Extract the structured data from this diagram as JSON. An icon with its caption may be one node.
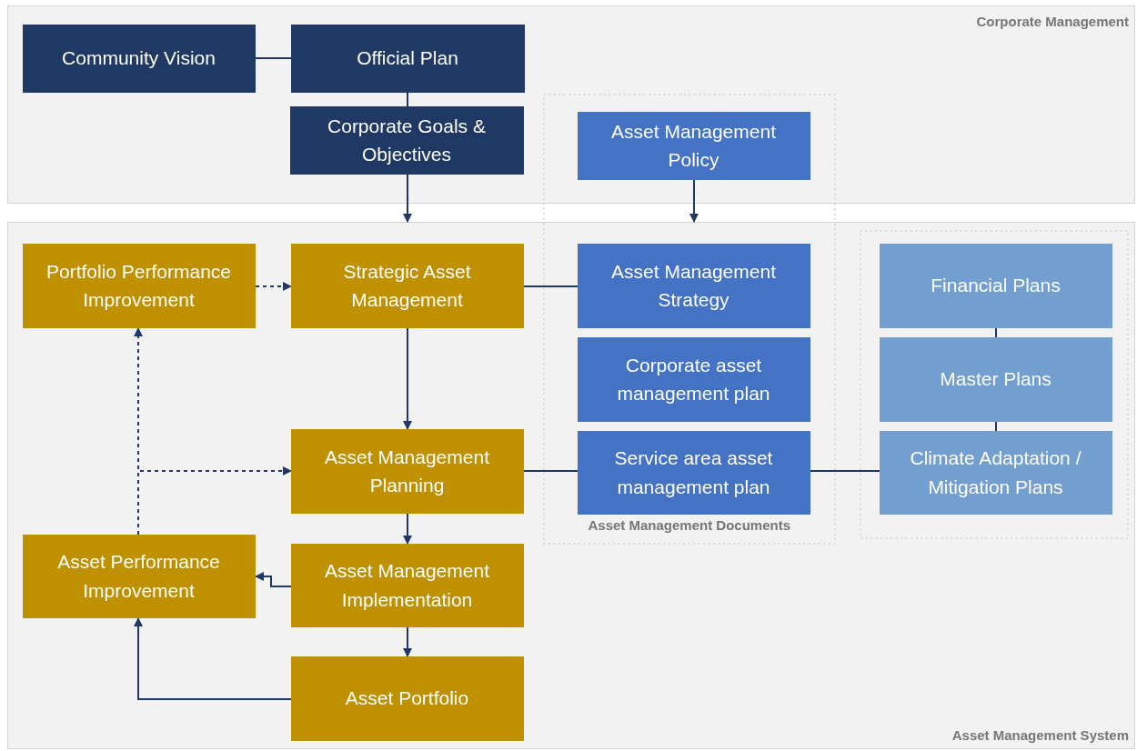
{
  "diagram": {
    "nodes": [
      {
        "text": [
          "Corporate Management"
        ]
      },
      {
        "text": [
          "Community Vision"
        ],
        "in": 0
      },
      {
        "text": [
          "Official Plan"
        ],
        "in": 0
      },
      {
        "text": [
          "Corporate Goals & Objectives"
        ],
        "in": 0
      },
      {
        "text": [
          "Asset Management Policy"
        ],
        "in": 0
      },
      {
        "text": [
          "Asset Management System"
        ]
      },
      {
        "text": [
          "Portfolio Performance Improvement"
        ],
        "in": 5
      },
      {
        "text": [
          "Strategic Asset Management"
        ],
        "in": 5
      },
      {
        "text": [
          "Asset Management Strategy"
        ],
        "in": 5
      },
      {
        "text": [
          "Corporate asset management plan"
        ],
        "in": 5
      },
      {
        "text": [
          "Financial Plans"
        ],
        "in": 5
      },
      {
        "text": [
          "Master Plans"
        ],
        "in": 5
      },
      {
        "text": [
          "Climate Adaptation / Mitigation Plans"
        ],
        "in": 5
      },
      {
        "text": [
          "Asset Management Planning"
        ],
        "in": 5
      },
      {
        "text": [
          "Service area asset management plan"
        ],
        "in": 5
      },
      {
        "text": [
          "Asset Performance Improvement"
        ],
        "in": 5
      },
      {
        "text": [
          "Asset Management Implementation"
        ],
        "in": 5
      },
      {
        "text": [
          "Asset Portfolio"
        ],
        "in": 5
      }
    ],
    "edges": [
      {
        "from": 1,
        "to": 2,
        "arrow": "none"
      },
      {
        "from": 2,
        "to": 3,
        "arrow": "none"
      },
      {
        "from": 3,
        "to": 5,
        "arrow": "to"
      },
      {
        "from": 4,
        "to": 5,
        "arrow": "to"
      },
      {
        "from": 6,
        "to": 7,
        "arrow": "to",
        "style": "dashed"
      },
      {
        "from": 7,
        "to": 13,
        "arrow": "to"
      },
      {
        "from": 7,
        "to": 8,
        "arrow": "none"
      },
      {
        "from": 15,
        "to": 6,
        "arrow": "to",
        "style": "dashed"
      },
      {
        "from": 15,
        "to": 13,
        "arrow": "to",
        "style": "dashed"
      },
      {
        "from": 13,
        "to": 14,
        "arrow": "none"
      },
      {
        "from": 14,
        "to": 12,
        "arrow": "none"
      },
      {
        "from": 10,
        "to": 11,
        "arrow": "none"
      },
      {
        "from": 11,
        "to": 12,
        "arrow": "none"
      },
      {
        "from": 13,
        "to": 16,
        "arrow": "to"
      },
      {
        "from": 16,
        "to": 15,
        "arrow": "to"
      },
      {
        "from": 16,
        "to": 17,
        "arrow": "to"
      },
      {
        "from": 17,
        "to": 15,
        "arrow": "to"
      }
    ],
    "labels": [
      "Asset Management Documents"
    ]
  }
}
